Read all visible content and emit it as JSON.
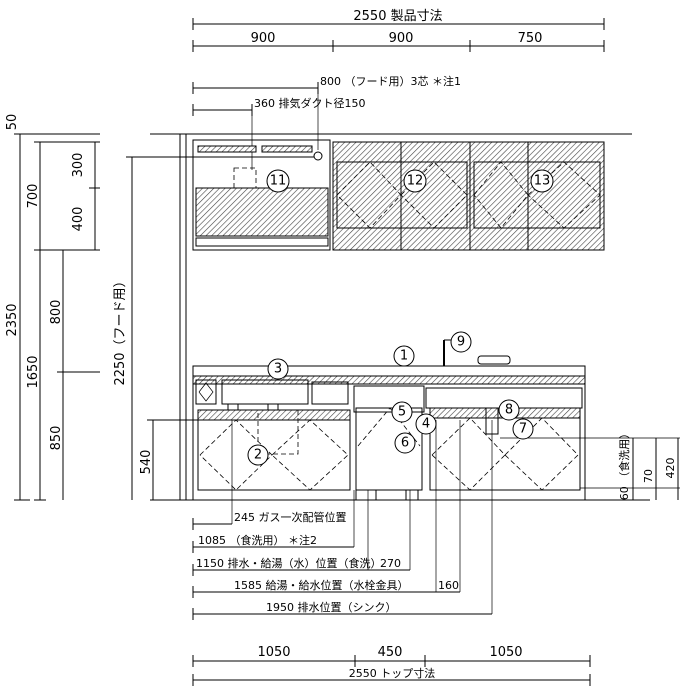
{
  "top_dims": {
    "product_total": "2550 製品寸法",
    "seg1": "900",
    "seg2": "900",
    "seg3": "750",
    "hood_note": "800 （フード用）3芯 ＊注1",
    "duct_note": "360 排気ダクト径150"
  },
  "left_dims": {
    "d50": "50",
    "d300": "300",
    "d700": "700",
    "d400": "400",
    "d2350": "2350",
    "d800": "800",
    "d1650": "1650",
    "d850": "850",
    "d2250": "2250（フード用）",
    "d540": "540"
  },
  "right_dims": {
    "d60": "60 （食洗用）",
    "d70": "70",
    "d420": "420"
  },
  "bottom_dims": {
    "gas": "245 ガス一次配管位置",
    "dishwasher": "1085 （食洗用） ＊注2",
    "drain_dw": "1150 排水・給湯（水）位置（食洗）",
    "d270": "270",
    "faucet": "1585 給湯・給水位置（水栓金具）",
    "d160": "160",
    "sink_drain": "1950 排水位置（シンク）",
    "top1": "1050",
    "top2": "450",
    "top3": "1050",
    "top_total": "2550 トップ寸法"
  },
  "callouts": [
    "1",
    "2",
    "3",
    "4",
    "5",
    "6",
    "7",
    "8",
    "9",
    "11",
    "12",
    "13"
  ]
}
